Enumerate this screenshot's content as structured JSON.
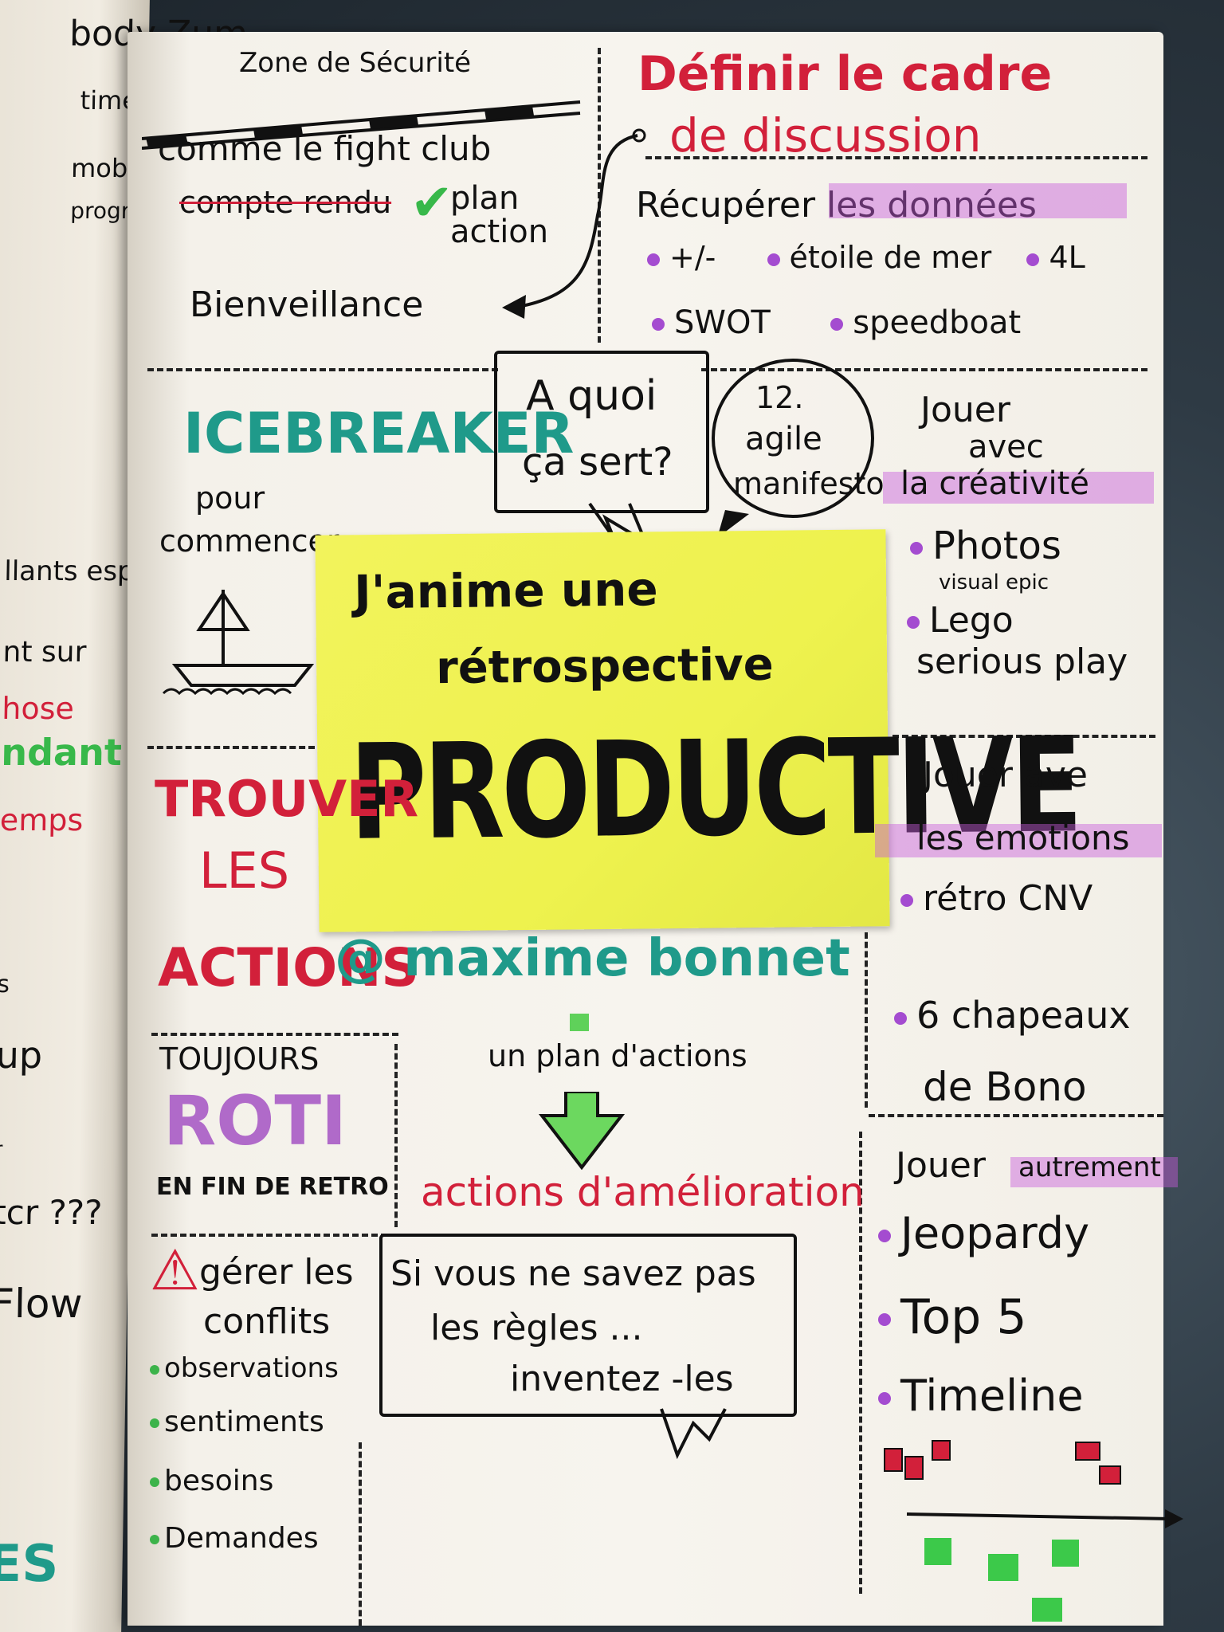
{
  "left_page": {
    "lines": [
      "body Zum",
      "timelaps",
      "mob",
      "programm",
      "llants esprits",
      "nt sur",
      "hose",
      "ndant",
      "emps",
      "s",
      "up",
      "r",
      "tcr ???",
      "Flow",
      "ES"
    ]
  },
  "safety_zone": {
    "title": "Zone de Sécurité",
    "line1": "comme le fight club",
    "compte_rendu": "compte rendu",
    "plan_action": "plan action",
    "checkmark": "✔",
    "bienveillance": "Bienveillance"
  },
  "frame": {
    "title_line1": "Définir le cadre",
    "title_line2": "de discussion",
    "data_title": "Récupérer les données",
    "items_row1": [
      "+/-",
      "étoile de mer",
      "4L"
    ],
    "items_row2": [
      "SWOT",
      "speedboat"
    ]
  },
  "icebreaker": {
    "title": "ICEBREAKER",
    "line1": "pour",
    "line2": "commencer"
  },
  "bubbles": {
    "aquoi_line1": "A quoi",
    "aquoi_line2": "ça sert?",
    "manifesto_line1": "12.",
    "manifesto_line2": "agile",
    "manifesto_line3": "manifesto"
  },
  "creativity": {
    "title_line1": "Jouer",
    "title_line2": "avec",
    "title_line3": "la créativité",
    "item1": "Photos",
    "item1_sub": "visual epic",
    "item2_line1": "Lego",
    "item2_line2": "serious play"
  },
  "sticky": {
    "line1": "J'anime une",
    "line2": "rétrospective",
    "line3": "PRODUCTIVE"
  },
  "emotions": {
    "title_line1": "Jouer ave",
    "title_line2": "les emotions",
    "item1": "rétro CNV",
    "item2_line1": "6 chapeaux",
    "item2_line2": "de Bono"
  },
  "actions": {
    "title_line1": "TROUVER",
    "title_line2": "LES",
    "title_line3": "ACTIONS",
    "author": "@ maxime bonnet",
    "plan": "un plan d'actions",
    "improvement": "actions d'amélioration"
  },
  "roti": {
    "always": "TOUJOURS",
    "roti": "ROTI",
    "end": "EN FIN DE RETRO"
  },
  "conflicts": {
    "warning": "⚠",
    "title_line1": "gérer les",
    "title_line2": "conflits",
    "items": [
      "observations",
      "sentiments",
      "besoins",
      "Demandes"
    ]
  },
  "rules": {
    "line1": "Si vous ne savez pas",
    "line2": "les règles ...",
    "line3": "inventez -les"
  },
  "otherwise": {
    "title_line1": "Jouer",
    "title_line2": "autrement",
    "items": [
      "Jeopardy",
      "Top 5",
      "Timeline"
    ]
  },
  "colors": {
    "red": "#d2203a",
    "teal": "#1f9a8a",
    "purple": "#b06ac9",
    "green": "#38b84a",
    "sticky": "#eef24e"
  }
}
